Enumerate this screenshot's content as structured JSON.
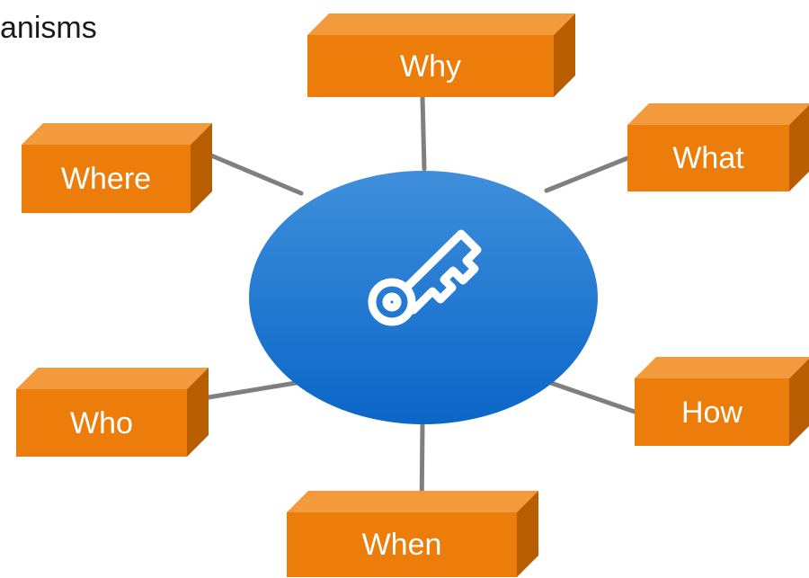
{
  "title": "anisms",
  "colors": {
    "box_front": "#ED7D0A",
    "box_top": "#F29A3C",
    "box_side": "#B85E00",
    "connector": "#7F7F7F",
    "hub_top": "#3F8FDB",
    "hub_bottom": "#0B66C8",
    "icon": "#ffffff"
  },
  "hub": {
    "icon": "key-icon"
  },
  "nodes": [
    {
      "id": "why",
      "label": "Why"
    },
    {
      "id": "what",
      "label": "What"
    },
    {
      "id": "where",
      "label": "Where"
    },
    {
      "id": "who",
      "label": "Who"
    },
    {
      "id": "how",
      "label": "How"
    },
    {
      "id": "when",
      "label": "When"
    }
  ]
}
